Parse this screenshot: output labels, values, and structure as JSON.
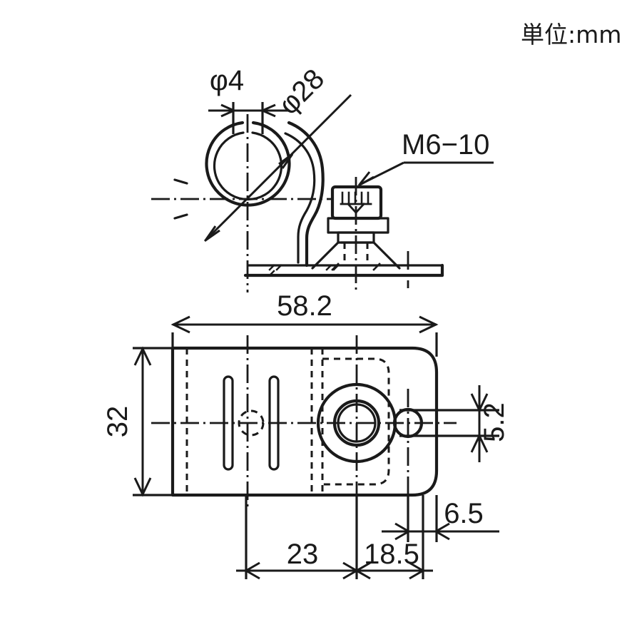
{
  "drawing": {
    "unit_note": "単位:mm",
    "title": "",
    "views": {
      "side_view": {
        "name": "side-elevation-view",
        "labels": {
          "gap_diameter": "φ4",
          "ring_diameter": "φ28",
          "bolt_spec": "M6−10"
        }
      },
      "bottom_view": {
        "name": "plan-view",
        "labels": {
          "overall_width": "58.2",
          "overall_height": "32",
          "slot_height": "5.2",
          "left_span": "23",
          "right_span": "18.5",
          "edge_offset": "6.5"
        }
      }
    },
    "colors": {
      "line": "#1a1a1a",
      "background": "#ffffff"
    }
  }
}
